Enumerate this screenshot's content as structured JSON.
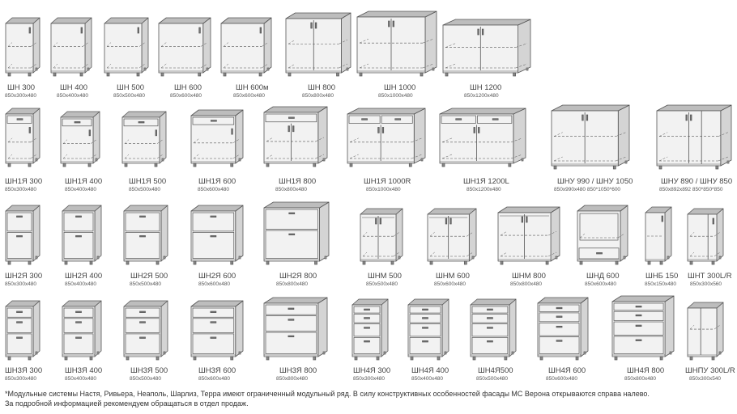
{
  "cabinets": [
    {
      "type": "shelf",
      "name": "ШН 300",
      "dims": "850x300x480"
    },
    {
      "type": "shelf",
      "name": "ШН 400",
      "dims": "850x400x480"
    },
    {
      "type": "shelf",
      "name": "ШН 500",
      "dims": "850x500x480"
    },
    {
      "type": "shelf",
      "name": "ШН 600",
      "dims": "850x600x480"
    },
    {
      "type": "shelf",
      "name": "ШН 600м",
      "dims": "850x600x480"
    },
    {
      "type": "shelf",
      "name": "ШН 800",
      "dims": "850x800x480"
    },
    {
      "type": "shelf",
      "name": "ШН 1000",
      "dims": "850x1000x480"
    },
    {
      "type": "shelf",
      "name": "ШН 1200",
      "dims": "850x1200x480"
    },
    {
      "type": "drawer-shelf",
      "name": "ШН1Я 300",
      "dims": "850x300x480"
    },
    {
      "type": "drawer-shelf",
      "name": "ШН1Я 400",
      "dims": "850x400x480"
    },
    {
      "type": "drawer-shelf",
      "name": "ШН1Я 500",
      "dims": "850x500x480"
    },
    {
      "type": "drawer-shelf",
      "name": "ШН1Я 600",
      "dims": "850x600x480"
    },
    {
      "type": "drawer-shelf",
      "name": "ШН1Я 800",
      "dims": "850x800x480"
    },
    {
      "type": "drawer-shelf",
      "name": "ШН1Я 1000R",
      "dims": "850x1000x480"
    },
    {
      "type": "drawer-shelf",
      "name": "ШН1Я 1200L",
      "dims": "850x1200x480"
    },
    {
      "type": "corner",
      "name": "ШНУ 990 / ШНУ 1050",
      "dims": "850x990x480   850*1050*600"
    },
    {
      "type": "corner-angled",
      "name": "ШНУ 890 / ШНУ 850",
      "dims": "850x892x892   850*850*850"
    },
    {
      "type": "two-drawer",
      "name": "ШН2Я 300",
      "dims": "850x300x480"
    },
    {
      "type": "two-drawer",
      "name": "ШН2Я 400",
      "dims": "850x400x480"
    },
    {
      "type": "two-drawer",
      "name": "ШН2Я 500",
      "dims": "850x500x480"
    },
    {
      "type": "two-drawer",
      "name": "ШН2Я 600",
      "dims": "850x600x480"
    },
    {
      "type": "two-drawer",
      "name": "ШН2Я 800",
      "dims": "850x800x480"
    },
    {
      "type": "sink",
      "name": "ШНМ 500",
      "dims": "850x500x480"
    },
    {
      "type": "sink",
      "name": "ШНМ 600",
      "dims": "850x600x480"
    },
    {
      "type": "sink",
      "name": "ШНМ 800",
      "dims": "850x800x480"
    },
    {
      "type": "oven",
      "name": "ШНД 600",
      "dims": "850x600x480"
    },
    {
      "type": "narrow",
      "name": "ШНБ 150",
      "dims": "850x150x480"
    },
    {
      "type": "end-shelf",
      "name": "ШНТ 300L/R",
      "dims": "850x300x560"
    },
    {
      "type": "three-drawer",
      "name": "ШН3Я 300",
      "dims": "850x300x480"
    },
    {
      "type": "three-drawer",
      "name": "ШН3Я 400",
      "dims": "850x400x480"
    },
    {
      "type": "three-drawer",
      "name": "ШН3Я 500",
      "dims": "850x500x480"
    },
    {
      "type": "three-drawer",
      "name": "ШН3Я 600",
      "dims": "850x600x480"
    },
    {
      "type": "three-drawer",
      "name": "ШН3Я 800",
      "dims": "850x800x480"
    },
    {
      "type": "four-drawer",
      "name": "ШН4Я 300",
      "dims": "850x300x480"
    },
    {
      "type": "four-drawer",
      "name": "ШН4Я 400",
      "dims": "850x400x480"
    },
    {
      "type": "four-drawer",
      "name": "ШН4Я500",
      "dims": "850x500x480"
    },
    {
      "type": "four-drawer",
      "name": "ШН4Я 600",
      "dims": "850x600x480"
    },
    {
      "type": "four-drawer",
      "name": "ШН4Я 800",
      "dims": "850x800x480"
    },
    {
      "type": "open-end",
      "name": "ШНПУ 300L/R",
      "dims": "850x300x540"
    }
  ],
  "footnote": {
    "line1": "*Модульные системы Настя, Ривьера, Неаполь, Шарлиз, Терра имеют ограниченный модульный ряд. В силу конструктивных особенностей фасады МС Верона открываются справа налево.",
    "line2": "За подробной информацией рекомендуем обращаться в отдел продаж."
  }
}
